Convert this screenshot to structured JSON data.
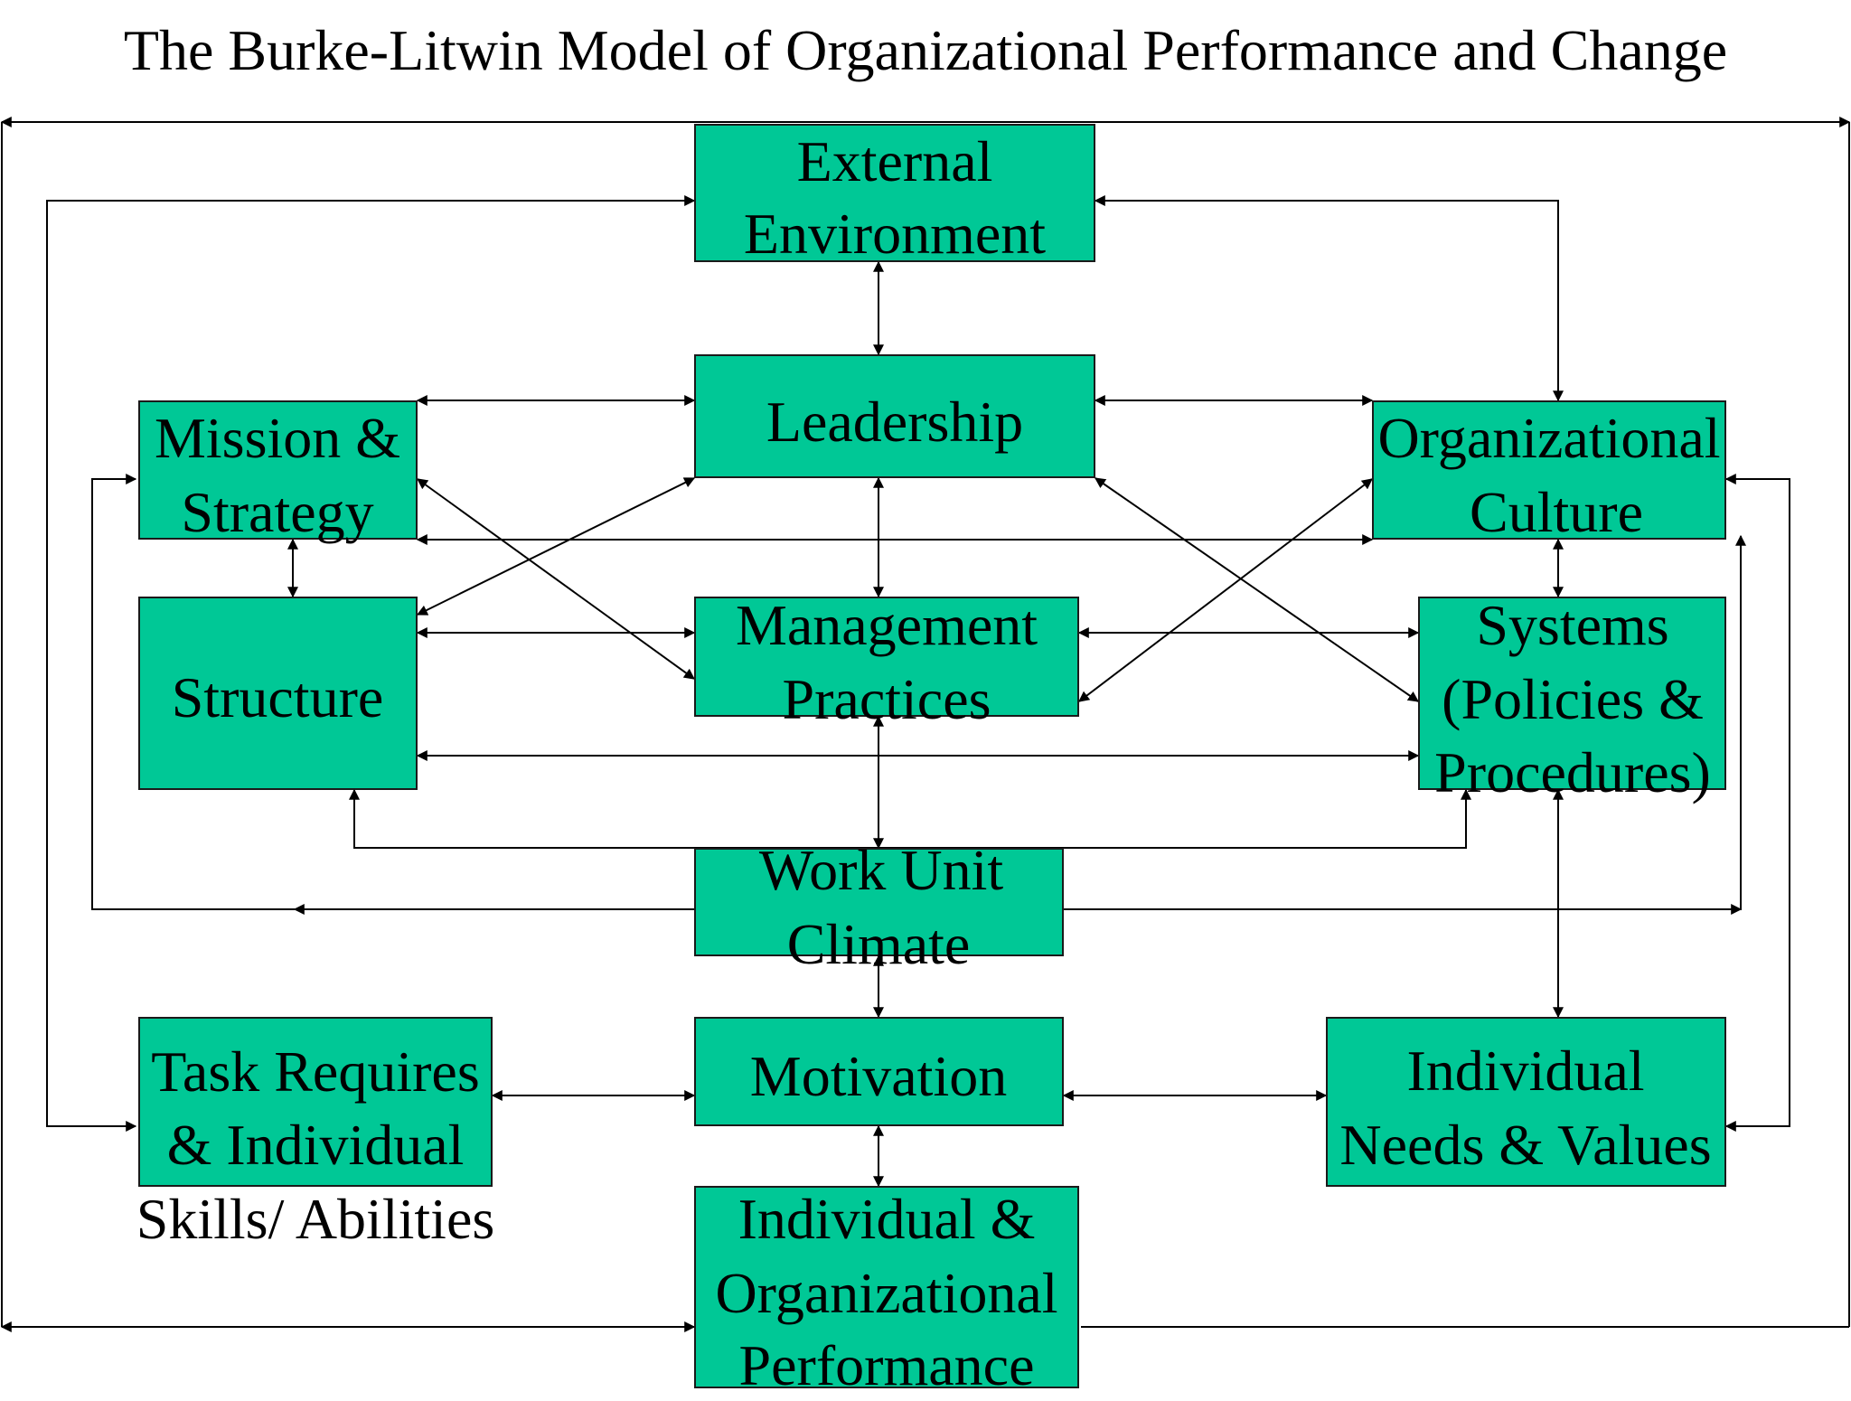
{
  "title": "The Burke-Litwin Model of Organizational Performance and Change",
  "boxes": {
    "external_environment": {
      "line1": "External",
      "line2": "Environment"
    },
    "leadership": {
      "line1": "Leadership"
    },
    "mission_strategy": {
      "line1": "Mission &",
      "line2": "Strategy"
    },
    "organizational_culture": {
      "line1": "Organizational",
      "line2": "Culture"
    },
    "structure": {
      "line1": "Structure"
    },
    "management_practices": {
      "line1": "Management",
      "line2": "Practices"
    },
    "systems": {
      "line1": "Systems",
      "line2": "(Policies &",
      "line3": "Procedures)"
    },
    "work_unit_climate": {
      "line1": "Work Unit",
      "line2": "Climate"
    },
    "task_requires": {
      "line1": "Task Requires",
      "line2": "& Individual",
      "line3": "Skills/ Abilities"
    },
    "motivation": {
      "line1": "Motivation"
    },
    "individual_needs": {
      "line1": "Individual",
      "line2": "Needs & Values"
    },
    "performance": {
      "line1": "Individual &",
      "line2": "Organizational",
      "line3": "Performance"
    }
  },
  "colors": {
    "box_fill": "#00c896",
    "box_border": "#1a1a1a",
    "line": "#000000"
  }
}
